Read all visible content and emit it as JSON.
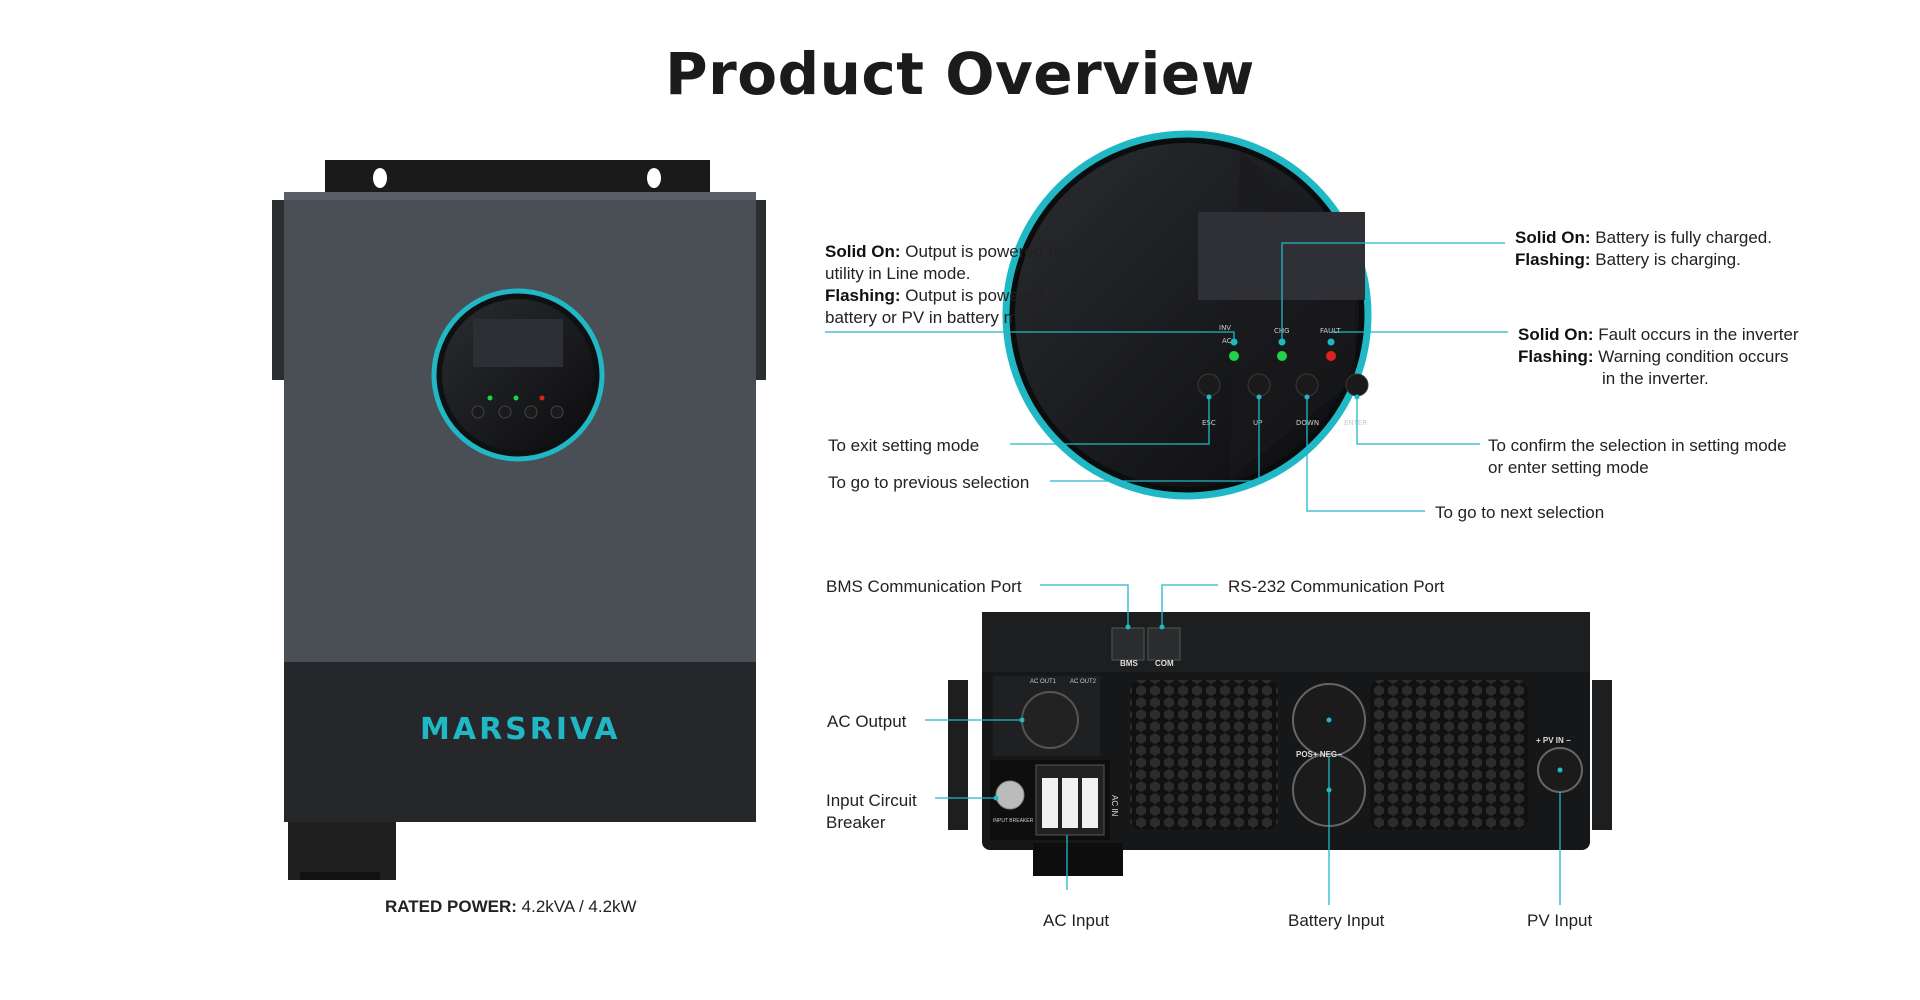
{
  "title": "Product Overview",
  "brand": "MARSRIVA",
  "rated_power": {
    "label": "RATED POWER:",
    "value": "4.2kVA / 4.2kW"
  },
  "panel_labels": {
    "inv": "INV",
    "ac": "AC",
    "chg": "CHG",
    "fault": "FAULT",
    "esc": "ESC",
    "up": "UP",
    "down": "DOWN",
    "enter": "ENTER"
  },
  "port_labels": {
    "bms": "BMS",
    "com": "COM",
    "ac_out1": "AC OUT1",
    "ac_out2": "AC OUT2",
    "pos_neg": "POS+  NEG−",
    "pv_in": "+ PV IN −",
    "ac_in": "AC IN",
    "input_breaker": "INPUT BREAKER"
  },
  "callouts": {
    "inv_ac": {
      "solid_label": "Solid On:",
      "solid_text": "Output is powered by",
      "solid_text2": "utility in Line mode.",
      "flash_label": "Flashing:",
      "flash_text": "Output is powered by",
      "flash_text2": "battery or PV in battery mode."
    },
    "chg": {
      "solid_label": "Solid On:",
      "solid_text": "Battery is fully charged.",
      "flash_label": "Flashing:",
      "flash_text": "Battery is charging."
    },
    "fault": {
      "solid_label": "Solid On:",
      "solid_text": "Fault occurs in the inverter",
      "flash_label": "Flashing:",
      "flash_text": "Warning condition occurs",
      "flash_text2": "in the inverter."
    },
    "esc": "To exit setting mode",
    "up": "To go to previous selection",
    "enter": "To confirm the selection in setting mode",
    "enter2": "or enter setting mode",
    "down": "To go to next selection",
    "bms_port": "BMS Communication Port",
    "rs232_port": "RS-232 Communication Port",
    "ac_output": "AC Output",
    "input_breaker": "Input Circuit",
    "input_breaker2": "Breaker",
    "ac_input": "AC Input",
    "battery_input": "Battery Input",
    "pv_input": "PV Input"
  },
  "colors": {
    "accent": "#21b8c6",
    "led_green": "#1fd24a",
    "led_red": "#e02020",
    "body_grey": "#4a4e55",
    "body_dark": "#25272a"
  }
}
